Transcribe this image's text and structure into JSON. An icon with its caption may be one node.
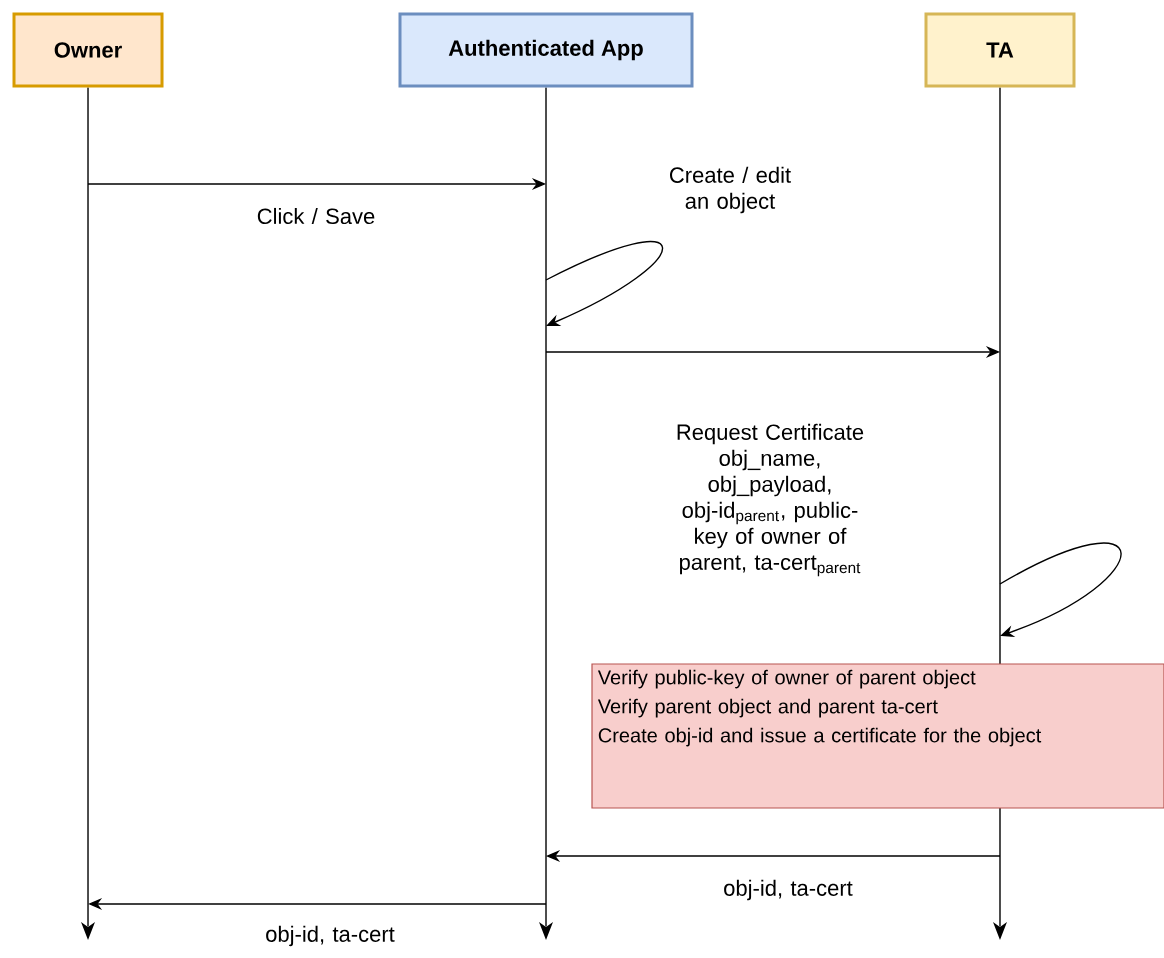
{
  "diagram": {
    "nodes": [
      {
        "text": [
          "Owner"
        ]
      },
      {
        "text": [
          "Authenticated App"
        ]
      },
      {
        "text": [
          "TA"
        ]
      },
      {
        "text": [
          "Verify public-key of owner of parent object",
          "Verify parent object and parent ta-cert",
          "Create obj-id and issue a certificate for the object"
        ]
      },
      {
        "text": [],
        "shape": "bar"
      },
      {
        "text": [],
        "shape": "bar"
      },
      {
        "text": [],
        "shape": "bar"
      }
    ],
    "edges": [
      {
        "from": 4,
        "to": 5,
        "arrow": "to",
        "label": "Click / Save"
      },
      {
        "from": 5,
        "to": 5,
        "arrow": "to",
        "label": "Create / edit an object"
      },
      {
        "from": 5,
        "to": 6,
        "arrow": "to",
        "label": "Request Certificate obj_name, obj_payload, obj-id$_{parent}$, public-key of owner of parent, ta-cert$_{parent}$"
      },
      {
        "from": 6,
        "to": 6,
        "arrow": "to"
      },
      {
        "from": 6,
        "to": 5,
        "arrow": "to",
        "label": "obj-id, ta-cert"
      },
      {
        "from": 5,
        "to": 4,
        "arrow": "to",
        "label": "obj-id, ta-cert"
      }
    ]
  }
}
